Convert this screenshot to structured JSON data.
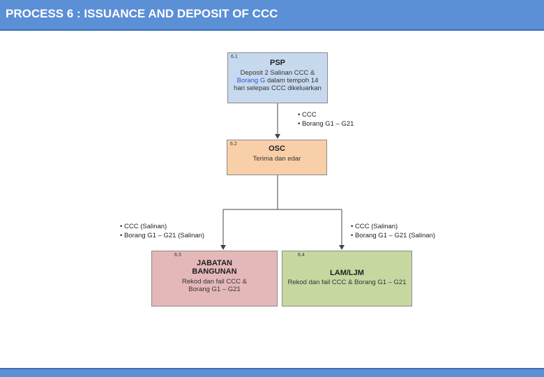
{
  "title": "PROCESS 6 : ISSUANCE AND DEPOSIT OF CCC",
  "boxes": {
    "psp": {
      "number": "6.1",
      "heading": "PSP",
      "line1": "Deposit 2 Salinan CCC &",
      "line2_highlight": "Borang G",
      "line2_rest": " dalam tempoh 14",
      "line3": "hari selepas  CCC dikeluarkan"
    },
    "osc": {
      "number": "6.2",
      "heading": "OSC",
      "description": "Terima dan edar"
    },
    "jabatan": {
      "number": "6.3",
      "heading_line1": "JABATAN",
      "heading_line2": "BANGUNAN",
      "desc_line1": "Rekod dan fail CCC &",
      "desc_line2": "Borang G1 – G21"
    },
    "lam": {
      "number": "6.4",
      "heading": "LAM/LJM",
      "description": "Rekod dan fail CCC & Borang G1 – G21"
    }
  },
  "flows": {
    "psp_to_osc": [
      "CCC",
      "Borang G1 – G21"
    ],
    "osc_to_jabatan": [
      "CCC (Salinan)",
      "Borang G1 – G21 (Salinan)"
    ],
    "osc_to_lam": [
      "CCC (Salinan)",
      "Borang G1 – G21 (Salinan)"
    ]
  },
  "colors": {
    "title_bar": "#5b8fd6",
    "psp_fill": "#c7d9ef",
    "osc_fill": "#f9cfaa",
    "jabatan_fill": "#e4b8b9",
    "lam_fill": "#c6d8a0"
  }
}
